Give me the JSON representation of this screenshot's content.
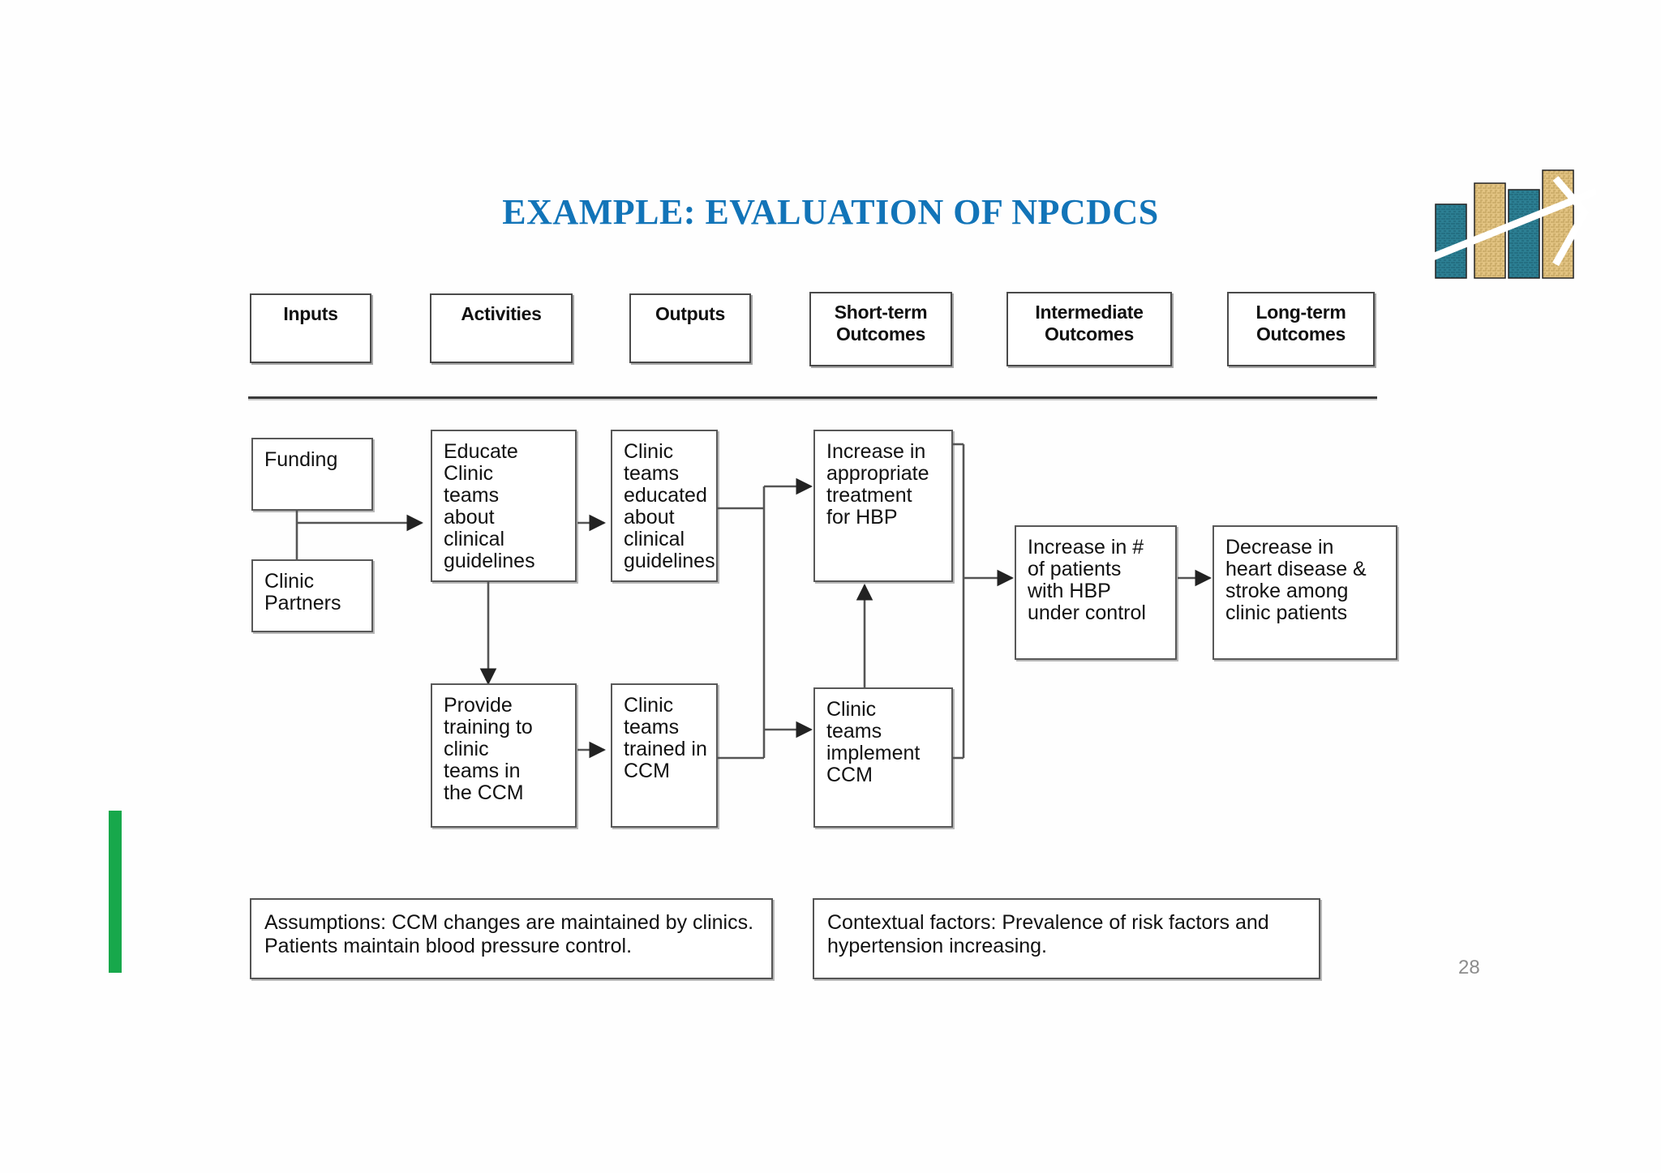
{
  "slide": {
    "title": "EXAMPLE: EVALUATION OF NPCDCS",
    "page_number": "28",
    "title_color": "#1274B8",
    "accent_bar_color": "#17A84B",
    "logo_name": "bar-chart-logo",
    "logo_colors": [
      "#2C7F93",
      "#E2C382"
    ]
  },
  "columns": [
    {
      "id": "inputs",
      "label": "Inputs"
    },
    {
      "id": "activities",
      "label": "Activities"
    },
    {
      "id": "outputs",
      "label": "Outputs"
    },
    {
      "id": "short_term",
      "label": "Short-term\nOutcomes"
    },
    {
      "id": "intermediate",
      "label": "Intermediate\nOutcomes"
    },
    {
      "id": "long_term",
      "label": "Long-term\nOutcomes"
    }
  ],
  "nodes": {
    "funding": "Funding",
    "clinic_partners": "Clinic\nPartners",
    "educate": "Educate\nClinic\nteams\nabout\nclinical\nguidelines",
    "provide_training": "Provide\ntraining to\nclinic\nteams in\nthe CCM",
    "teams_educated": "Clinic\nteams\neducated\nabout\nclinical\nguidelines",
    "teams_trained": "Clinic\nteams\ntrained in\nCCM",
    "increase_treatment": "Increase in\nappropriate\ntreatment\nfor HBP",
    "teams_implement": "Clinic\nteams\nimplement\nCCM",
    "hbp_control": "Increase in #\nof patients\nwith HBP\nunder control",
    "decrease_disease": "Decrease in\nheart disease &\nstroke among\nclinic patients"
  },
  "notes": {
    "assumptions": "Assumptions: CCM changes are maintained by clinics.\nPatients maintain blood pressure control.",
    "contextual": "Contextual factors: Prevalence of risk factors and\nhypertension increasing."
  },
  "chart_data": {
    "type": "table",
    "title": "Logic Model: Evaluation of NPCDCS",
    "categories": [
      "Inputs",
      "Activities",
      "Outputs",
      "Short-term Outcomes",
      "Intermediate Outcomes",
      "Long-term Outcomes"
    ],
    "nodes_by_column": {
      "Inputs": [
        "Funding",
        "Clinic Partners"
      ],
      "Activities": [
        "Educate Clinic teams about clinical guidelines",
        "Provide training to clinic teams in the CCM"
      ],
      "Outputs": [
        "Clinic teams educated about clinical guidelines",
        "Clinic teams trained in CCM"
      ],
      "Short-term Outcomes": [
        "Increase in appropriate treatment for HBP",
        "Clinic teams implement CCM"
      ],
      "Intermediate Outcomes": [
        "Increase in # of patients with HBP under control"
      ],
      "Long-term Outcomes": [
        "Decrease in heart disease & stroke among clinic patients"
      ]
    },
    "edges": [
      [
        "Funding",
        "Educate Clinic teams about clinical guidelines"
      ],
      [
        "Clinic Partners",
        "Educate Clinic teams about clinical guidelines"
      ],
      [
        "Educate Clinic teams about clinical guidelines",
        "Clinic teams educated about clinical guidelines"
      ],
      [
        "Educate Clinic teams about clinical guidelines",
        "Provide training to clinic teams in the CCM"
      ],
      [
        "Provide training to clinic teams in the CCM",
        "Clinic teams trained in CCM"
      ],
      [
        "Clinic teams educated about clinical guidelines",
        "Increase in appropriate treatment for HBP"
      ],
      [
        "Clinic teams trained in CCM",
        "Clinic teams implement CCM"
      ],
      [
        "Clinic teams implement CCM",
        "Increase in appropriate treatment for HBP"
      ],
      [
        "Increase in appropriate treatment for HBP",
        "Increase in # of patients with HBP under control"
      ],
      [
        "Clinic teams implement CCM",
        "Increase in # of patients with HBP under control"
      ],
      [
        "Increase in # of patients with HBP under control",
        "Decrease in heart disease & stroke among clinic patients"
      ]
    ],
    "annotations": [
      "Assumptions: CCM changes are maintained by clinics. Patients maintain blood pressure control.",
      "Contextual factors: Prevalence of risk factors and hypertension increasing."
    ]
  }
}
